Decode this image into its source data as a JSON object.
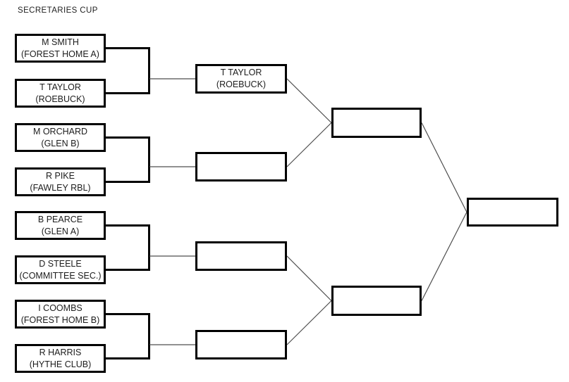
{
  "title": "SECRETARIES CUP",
  "bracket": {
    "round1": [
      {
        "name": "M SMITH",
        "club": "(FOREST HOME A)"
      },
      {
        "name": "T TAYLOR",
        "club": "(ROEBUCK)"
      },
      {
        "name": "M ORCHARD",
        "club": "(GLEN B)"
      },
      {
        "name": "R PIKE",
        "club": "(FAWLEY RBL)"
      },
      {
        "name": "B PEARCE",
        "club": "(GLEN A)"
      },
      {
        "name": "D STEELE",
        "club": "(COMMITTEE SEC.)"
      },
      {
        "name": "I COOMBS",
        "club": "(FOREST HOME B)"
      },
      {
        "name": "R HARRIS",
        "club": "(HYTHE CLUB)"
      }
    ],
    "round2": [
      {
        "name": "T TAYLOR",
        "club": "(ROEBUCK)"
      },
      {
        "name": "",
        "club": ""
      },
      {
        "name": "",
        "club": ""
      },
      {
        "name": "",
        "club": ""
      }
    ],
    "semifinals": [
      {
        "name": "",
        "club": ""
      },
      {
        "name": "",
        "club": ""
      }
    ],
    "final": {
      "name": "",
      "club": ""
    }
  },
  "colors": {
    "background": "#ffffff",
    "box_border": "#000000",
    "connector": "#4d4d4d",
    "text": "#1c1c1c",
    "title_text": "#1f1f1f"
  }
}
